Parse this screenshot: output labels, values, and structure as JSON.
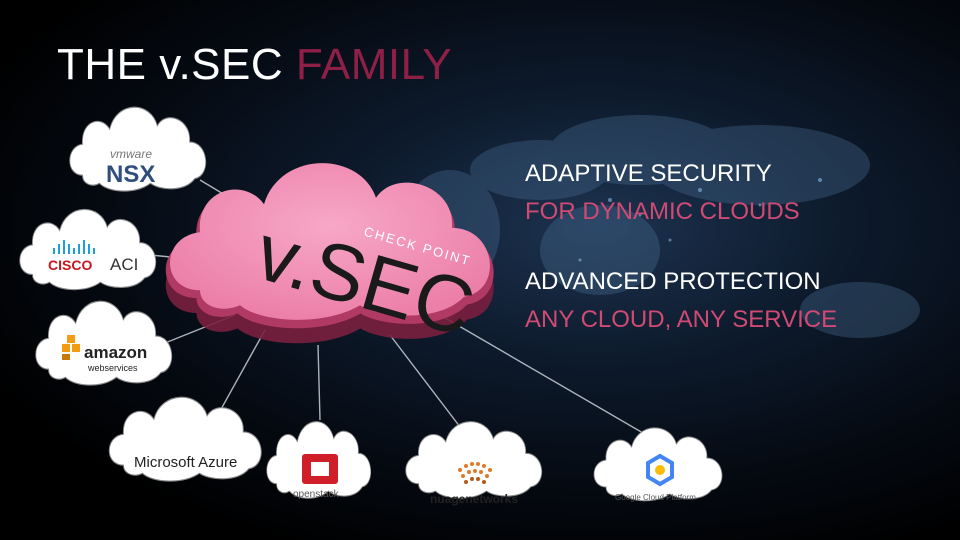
{
  "title": {
    "prefix": "THE v.SEC",
    "highlight": "FAMILY"
  },
  "center_logo": {
    "main": "v.SEC",
    "arc": "CHECK POINT"
  },
  "statements": [
    {
      "line1": "ADAPTIVE SECURITY",
      "line2": "FOR DYNAMIC  CLOUDS"
    },
    {
      "line1": "ADVANCED PROTECTION",
      "line2": "ANY CLOUD, ANY SERVICE"
    }
  ],
  "partners": {
    "nsx": {
      "top": "vmware",
      "main": "NSX"
    },
    "cisco": {
      "brand": "CISCO",
      "product": "ACI"
    },
    "amazon": {
      "brand": "amazon",
      "sub": "webservices"
    },
    "azure": {
      "label": "Microsoft Azure"
    },
    "openstack": {
      "label": "openstack"
    },
    "nuage": {
      "label": "nuagenetworks"
    },
    "google": {
      "label": "Google Cloud Platform"
    }
  },
  "colors": {
    "accent": "#8e1f46",
    "pink_text": "#d04a73",
    "cloud_pink": "#f08bb0"
  }
}
